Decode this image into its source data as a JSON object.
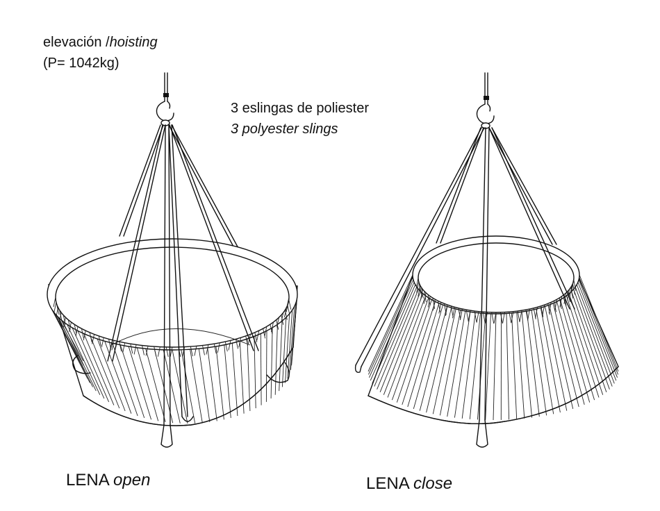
{
  "hoisting": {
    "label": "elevación /",
    "label_en": "hoisting",
    "weight": "(P= 1042kg)"
  },
  "slings": {
    "label": "3 eslingas de poliester",
    "label_en": "3 polyester slings"
  },
  "open": {
    "name": "LENA",
    "state": "open"
  },
  "close": {
    "name": "LENA",
    "state": "close"
  }
}
